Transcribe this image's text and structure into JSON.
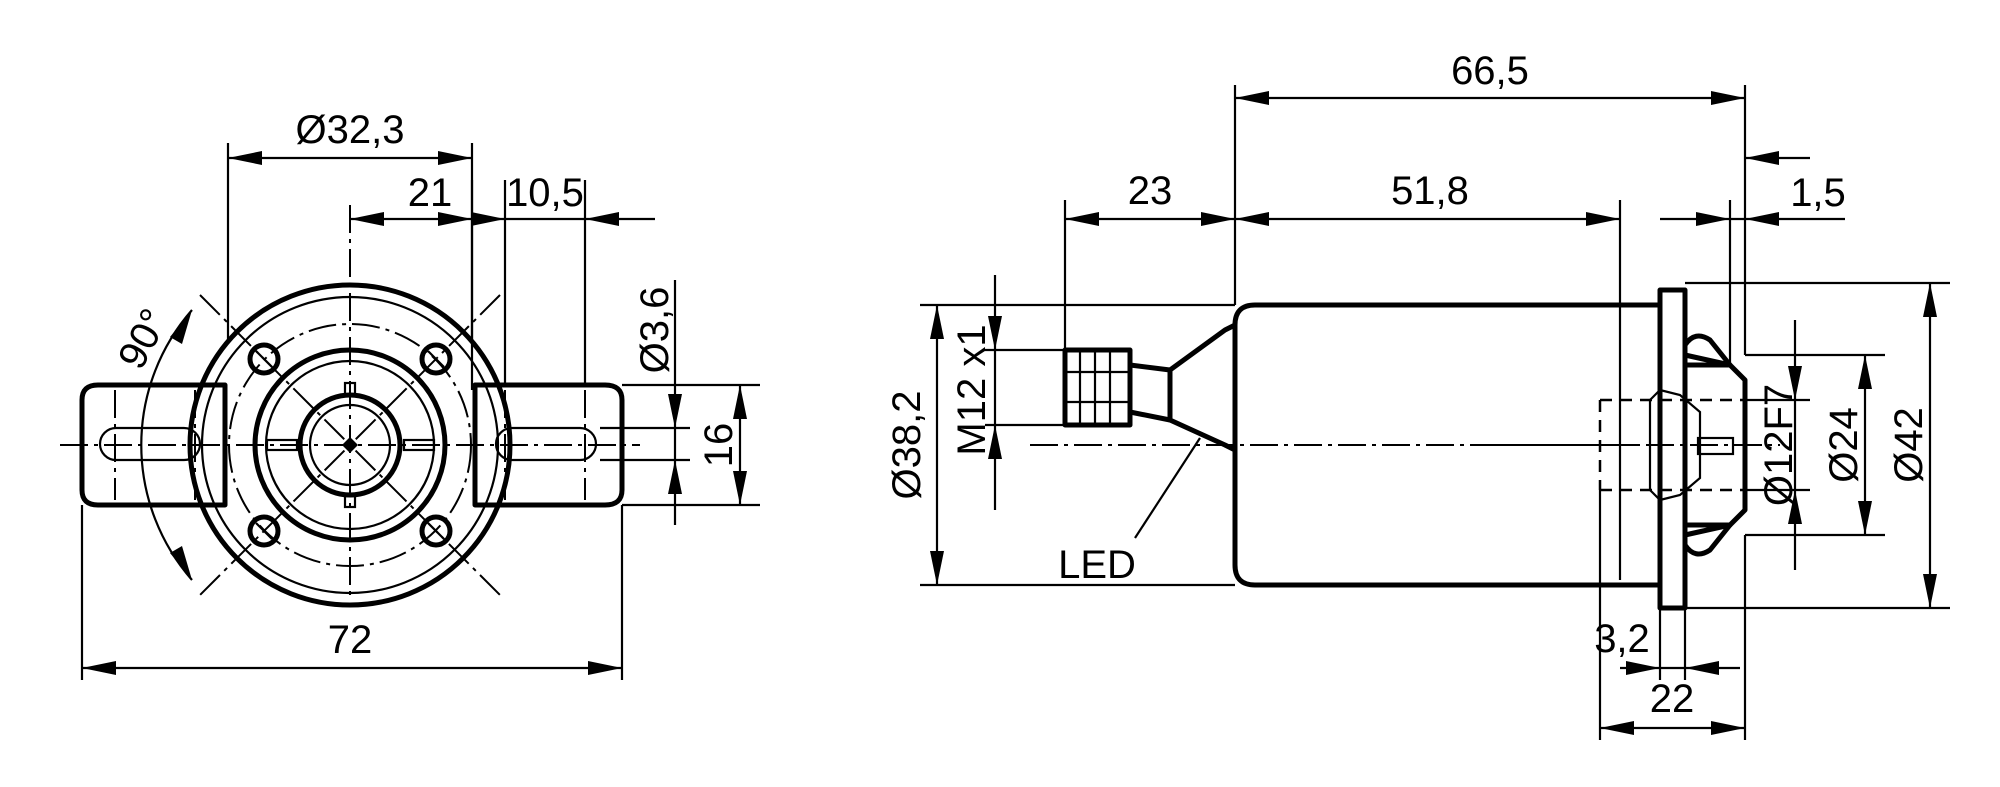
{
  "front_view": {
    "dim_diameter_bolt_circle": "Ø32,3",
    "dim_offset": "21",
    "dim_slot_width": "10,5",
    "dim_hole_diameter": "Ø3,6",
    "dim_flange_height": "16",
    "dim_angle": "90°",
    "dim_overall_width": "72"
  },
  "side_view": {
    "dim_overall_length": "66,5",
    "dim_connector_length": "23",
    "dim_body_length": "51,8",
    "dim_flange_thickness": "1,5",
    "dim_housing_diameter": "Ø38,2",
    "dim_thread": "M12 x1",
    "led_label": "LED",
    "dim_bore": "Ø12F7",
    "dim_hub_diameter": "Ø24",
    "dim_flange_diameter": "Ø42",
    "dim_hub_offset": "3,2",
    "dim_hub_length": "22"
  }
}
